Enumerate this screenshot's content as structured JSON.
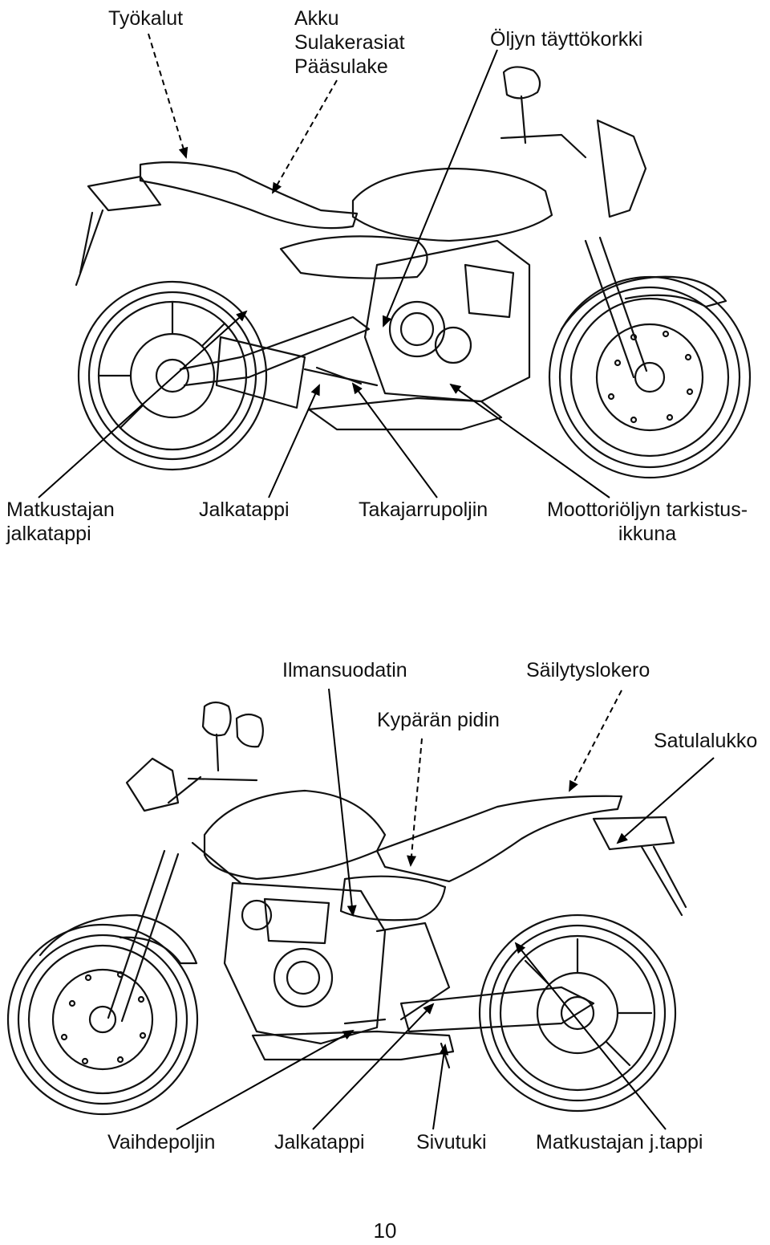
{
  "top_view": {
    "labels": {
      "tools": "Työkalut",
      "battery": [
        "Akku",
        "Sulakerasiat",
        "Pääsulake"
      ],
      "oil_filler_cap": "Öljyn täyttökorkki",
      "passenger_footpeg": [
        "Matkustajan",
        "jalkatappi"
      ],
      "footpeg": "Jalkatappi",
      "rear_brake_pedal": "Takajarrupoljin",
      "oil_window": [
        "Moottoriöljyn tarkistus-",
        "ikkuna"
      ]
    }
  },
  "bottom_view": {
    "labels": {
      "air_filter": "Ilmansuodatin",
      "storage": "Säilytyslokero",
      "helmet_holder": "Kypärän pidin",
      "seat_lock": "Satulalukko",
      "gear_pedal": "Vaihdepoljin",
      "footpeg": "Jalkatappi",
      "side_stand": "Sivutuki",
      "passenger_peg": "Matkustajan j.tappi"
    }
  },
  "page_number": "10"
}
